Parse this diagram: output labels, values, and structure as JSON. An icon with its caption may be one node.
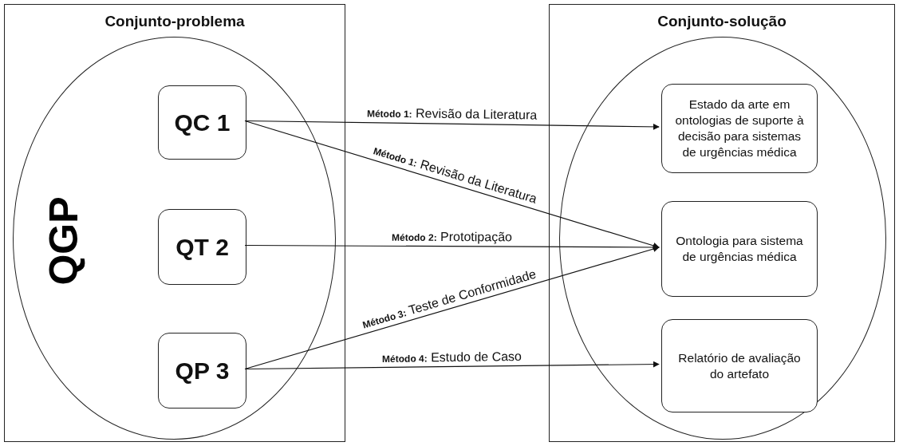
{
  "diagram": {
    "nodes": [
      {
        "text": [
          "Conjunto-problema"
        ]
      },
      {
        "text": [
          "QGP"
        ],
        "in": 0
      },
      {
        "text": [
          "QC 1"
        ],
        "in": 1
      },
      {
        "text": [
          "QT 2"
        ],
        "in": 1
      },
      {
        "text": [
          "QP 3"
        ],
        "in": 1
      },
      {
        "text": [
          "Conjunto-solução"
        ]
      },
      {
        "text": [],
        "shape": "circle",
        "in": 5
      },
      {
        "text": [
          "Estado da arte em ontologias de suporte à decisão para sistemas de urgências médica"
        ],
        "in": 6
      },
      {
        "text": [
          "Ontologia para sistema de urgências médica"
        ],
        "in": 6
      },
      {
        "text": [
          "Relatório de avaliação do artefato"
        ],
        "in": 6
      }
    ],
    "edges": [
      {
        "from": 2,
        "to": 7,
        "arrow": "to",
        "label": "**Método 1:** Revisão da Literatura"
      },
      {
        "from": 2,
        "to": 8,
        "arrow": "to",
        "label": "**Método 1:** Revisão da Literatura"
      },
      {
        "from": 3,
        "to": 8,
        "arrow": "to",
        "label": "**Método 2:** Prototipação"
      },
      {
        "from": 4,
        "to": 8,
        "arrow": "to",
        "label": "**Método 3:** Teste de Conformidade"
      },
      {
        "from": 4,
        "to": 9,
        "arrow": "to",
        "label": "**Método 4:** Estudo de Caso"
      }
    ]
  }
}
